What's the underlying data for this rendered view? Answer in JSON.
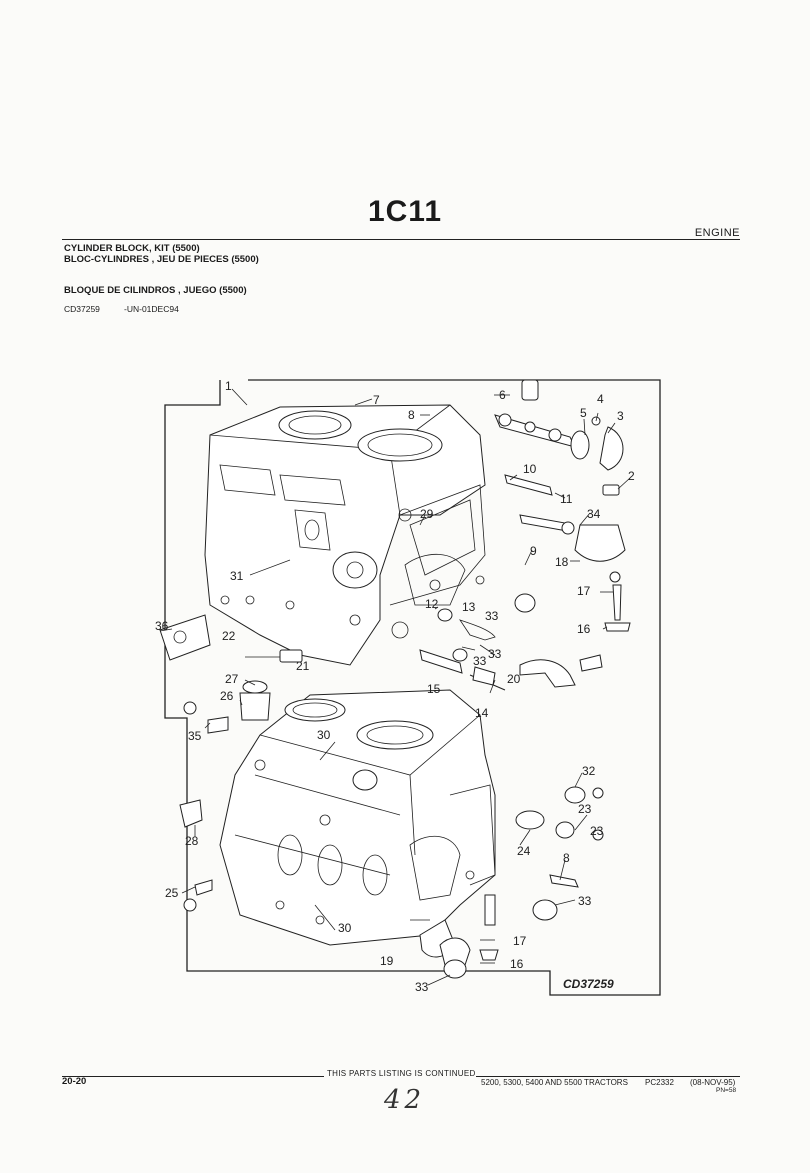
{
  "header": {
    "section_code": "1C11",
    "section_name": "ENGINE",
    "title_en": "CYLINDER BLOCK, KIT (5500)",
    "title_fr": "BLOC-CYLINDRES , JEU DE PIECES (5500)",
    "title_es": "BLOQUE DE CILINDROS , JUEGO (5500)",
    "illustration_code": "CD37259",
    "illustration_date": "-UN-01DEC94"
  },
  "diagram": {
    "watermark_label": "CD37259",
    "callouts": [
      "1",
      "2",
      "3",
      "4",
      "5",
      "6",
      "7",
      "8",
      "9",
      "10",
      "11",
      "12",
      "13",
      "14",
      "15",
      "16",
      "17",
      "18",
      "19",
      "20",
      "21",
      "22",
      "23",
      "24",
      "25",
      "26",
      "27",
      "28",
      "29",
      "30",
      "31",
      "32",
      "33",
      "34",
      "35",
      "36"
    ]
  },
  "footer": {
    "page_number": "20-20",
    "continued_text": "THIS PARTS LISTING IS CONTINUED",
    "models": "5200, 5300, 5400 AND 5500 TRACTORS",
    "catalog": "PC2332",
    "date": "(08-NOV-95)",
    "pn": "PN=58",
    "handwritten_note": "42"
  }
}
